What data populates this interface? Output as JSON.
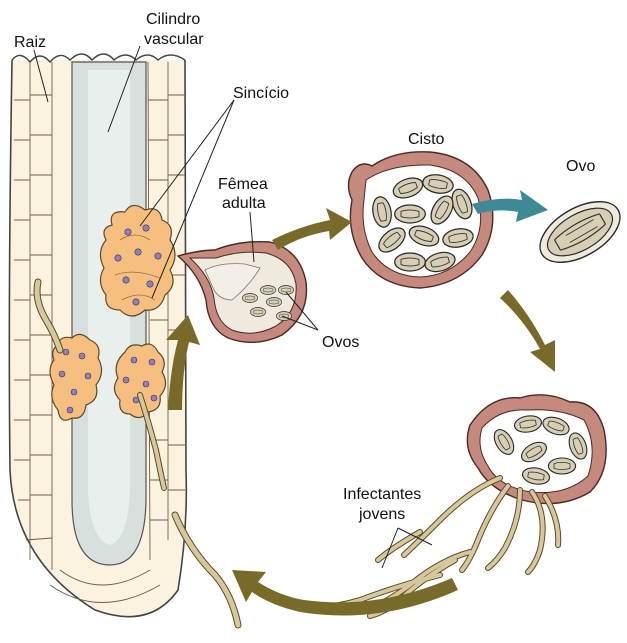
{
  "labels": {
    "raiz": "Raiz",
    "cilindro_line1": "Cilindro",
    "cilindro_line2": "vascular",
    "sincicio": "Sincício",
    "femea_line1": "Fêmea",
    "femea_line2": "adulta",
    "ovos": "Ovos",
    "cisto": "Cisto",
    "ovo": "Ovo",
    "infectantes_line1": "Infectantes",
    "infectantes_line2": "jovens"
  },
  "colors": {
    "root_fill": "#fbf3df",
    "root_outline": "#444444",
    "vascular_fill": "#d7e0dc",
    "syncytium_fill": "#f6bf7f",
    "syncytium_nucleus": "#8f80b8",
    "cyst_wall": "#c58a7d",
    "egg_fill": "#d6cfb4",
    "cycle_arrow": "#7a6a2a",
    "hatch_arrow": "#3d8a96"
  }
}
